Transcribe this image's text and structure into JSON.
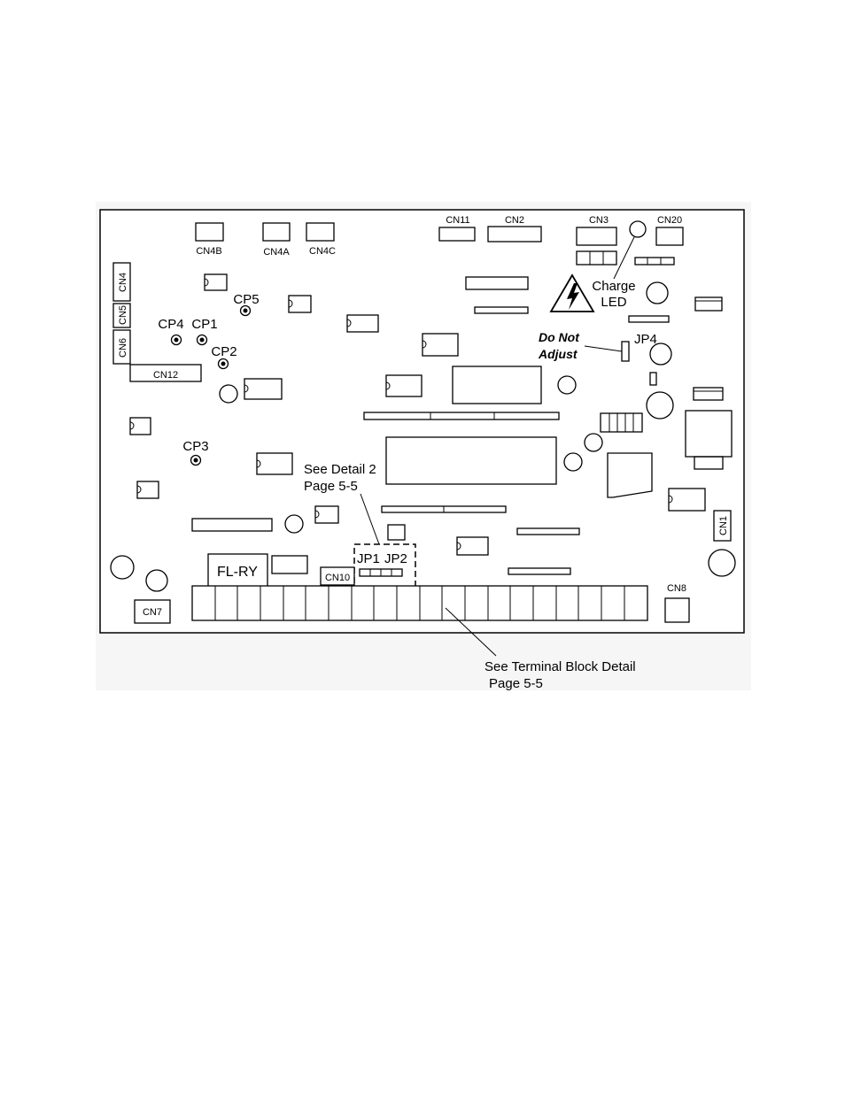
{
  "labels": {
    "cn4b": "CN4B",
    "cn4a": "CN4A",
    "cn4c": "CN4C",
    "cn11": "CN11",
    "cn2": "CN2",
    "cn3": "CN3",
    "cn20": "CN20",
    "cn4": "CN4",
    "cn5": "CN5",
    "cn6": "CN6",
    "cn12": "CN12",
    "cn1": "CN1",
    "cn7": "CN7",
    "cn8": "CN8",
    "cn10": "CN10",
    "fl_ry": "FL-RY",
    "cp1": "CP1",
    "cp2": "CP2",
    "cp3": "CP3",
    "cp4": "CP4",
    "cp5": "CP5",
    "jp1": "JP1",
    "jp2": "JP2",
    "jp4": "JP4"
  },
  "callouts": {
    "charge_line1": "Charge",
    "charge_line2": "LED",
    "do_not_line1": "Do Not",
    "do_not_line2": "Adjust",
    "detail2_line1": "See Detail 2",
    "detail2_line2": "Page 5-5",
    "terminal_line1": "See Terminal  Block Detail",
    "terminal_line2": "Page 5-5"
  },
  "icons": {
    "high_voltage": "high-voltage-warning-icon"
  }
}
